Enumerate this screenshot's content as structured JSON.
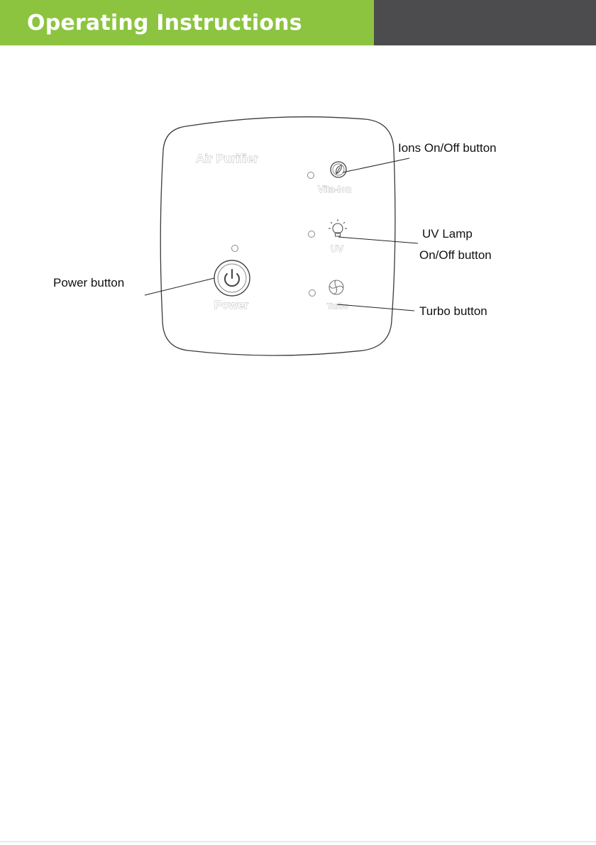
{
  "header": {
    "title": "Operating Instructions",
    "accent_color": "#8cc43f",
    "dark_color": "#4c4c4e"
  },
  "panel": {
    "brand": "Air Purifier",
    "buttons": {
      "power": {
        "label": "Power",
        "icon": "power-icon"
      },
      "ion": {
        "label": "Vita-Ion",
        "icon": "ion-leaf-icon"
      },
      "uv": {
        "label": "UV",
        "icon": "lightbulb-icon"
      },
      "turbo": {
        "label": "Turbo",
        "icon": "fan-icon"
      }
    }
  },
  "callouts": {
    "ions": "Ions On/Off button",
    "uv_line1": "UV Lamp",
    "uv_line2": "On/Off button",
    "power": "Power button",
    "turbo": "Turbo button"
  }
}
